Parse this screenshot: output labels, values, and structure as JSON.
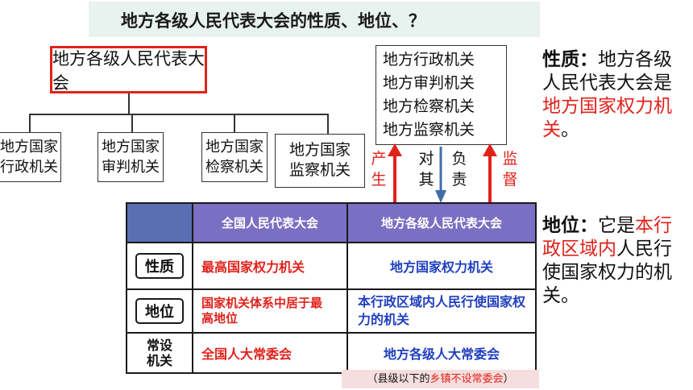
{
  "title": "地方各级人民代表大会的性质、地位、？",
  "main_box": "地方各级人民代表大会",
  "organ_boxes": [
    {
      "line1": "地方国家",
      "line2": "行政机关"
    },
    {
      "line1": "地方国家",
      "line2": "审判机关"
    },
    {
      "line1": "地方国家",
      "line2": "检察机关"
    },
    {
      "line1": "地方国家",
      "line2": "监察机关"
    }
  ],
  "organs_list": [
    "地方行政机关",
    "地方审判机关",
    "地方检察机关",
    "地方监察机关"
  ],
  "relations": {
    "produce": [
      "产",
      "生"
    ],
    "responsible_a": [
      "对",
      "其"
    ],
    "responsible_b": [
      "负",
      "责"
    ],
    "supervise": [
      "监",
      "督"
    ]
  },
  "nature": {
    "label": "性质",
    "colon": "：",
    "text1": "地方各级人民代表大会是",
    "highlight": "地方国家权力机关",
    "end": "。"
  },
  "position": {
    "label": "地位",
    "colon": "：",
    "text1": "它是",
    "highlight": "本行政区域内",
    "text2": "人民行使国家权力的机关。"
  },
  "table": {
    "headers": [
      "",
      "全国人民代表大会",
      "地方各级人民代表大会"
    ],
    "rows": [
      {
        "label": "性质",
        "national": "最高国家权力机关",
        "local": "地方国家权力机关"
      },
      {
        "label": "地位",
        "national": "国家机关体系中居于最高地位",
        "local": "本行政区域内人民行使国家权力的机关"
      },
      {
        "label": "常设机关",
        "national": "全国人大常委会",
        "local": "地方各级人大常委会"
      }
    ]
  },
  "note": {
    "prefix": "（县级以下的",
    "highlight": "乡镇不设常委会",
    "suffix": "）"
  },
  "colors": {
    "accent_red": "#e0221b",
    "accent_blue": "#1f3fbf",
    "header_purple": "#7a6fc2"
  }
}
